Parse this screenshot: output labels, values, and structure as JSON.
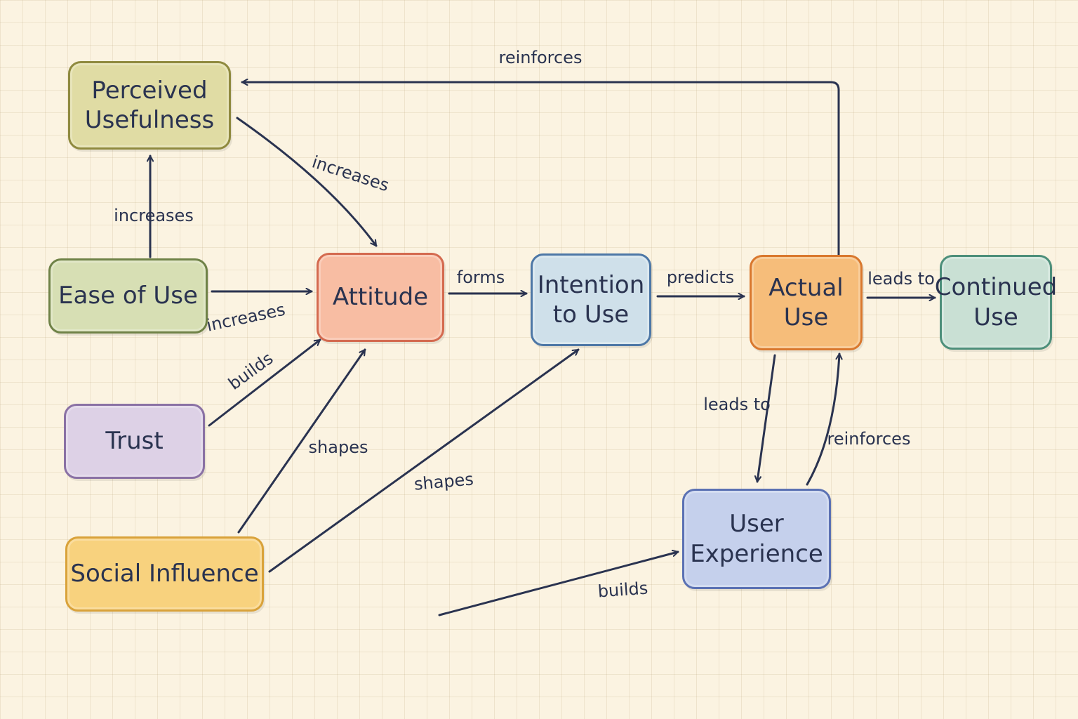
{
  "nodes": {
    "perceived_usefulness": {
      "label": "Perceived\nUsefulness",
      "fill": "#e0dca4",
      "border": "#8f8a3f"
    },
    "ease_of_use": {
      "label": "Ease of Use",
      "fill": "#d7dfb4",
      "border": "#6f8247"
    },
    "attitude": {
      "label": "Attitude",
      "fill": "#f8bda3",
      "border": "#d46a4f"
    },
    "intention_to_use": {
      "label": "Intention\nto Use",
      "fill": "#cfe0ea",
      "border": "#4d77a6"
    },
    "actual_use": {
      "label": "Actual\nUse",
      "fill": "#f6bd7a",
      "border": "#d9782e"
    },
    "continued_use": {
      "label": "Continued\nUse",
      "fill": "#c9e0d4",
      "border": "#4d8f7a"
    },
    "trust": {
      "label": "Trust",
      "fill": "#ddd1e6",
      "border": "#8a71a4"
    },
    "social_influence": {
      "label": "Social Influence",
      "fill": "#f8d27e",
      "border": "#d9a23a"
    },
    "user_experience": {
      "label": "User\nExperience",
      "fill": "#c5d0ec",
      "border": "#5b71b3"
    }
  },
  "edges": {
    "reinforces_top": "reinforces",
    "pu_to_attitude": "increases",
    "eou_to_pu": "increases",
    "eou_to_attitude": "increases",
    "attitude_to_intention": "forms",
    "intention_to_actual": "predicts",
    "actual_to_continued": "leads to",
    "trust_to_attitude": "builds",
    "social_to_attitude": "shapes",
    "social_to_intention": "shapes",
    "actual_to_ux": "leads to",
    "ux_to_actual": "reinforces",
    "to_ux": "builds"
  },
  "colors": {
    "ink": "#2a3350",
    "background": "#fbf3e1"
  }
}
